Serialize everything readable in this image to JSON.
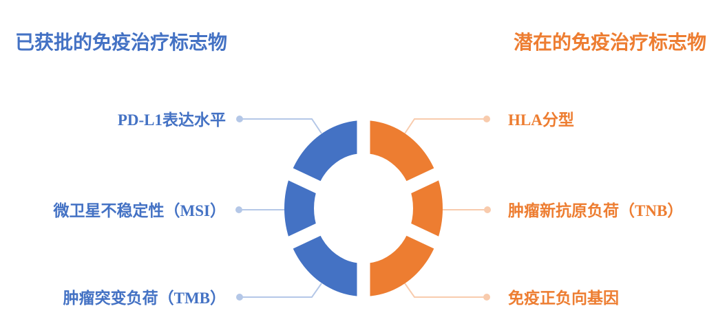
{
  "titles": {
    "approved": "已获批的免疫治疗标志物",
    "potential": "潜在的免疫治疗标志物"
  },
  "approved_markers": [
    "PD-L1表达水平",
    "微卫星不稳定性（MSI）",
    "肿瘤突变负荷（TMB）"
  ],
  "potential_markers": [
    "HLA分型",
    "肿瘤新抗原负荷（TNB）",
    "免疫正负向基因"
  ],
  "colors": {
    "approved": "#4472C4",
    "potential": "#ED7D31",
    "approved_line": "#B4C7E7",
    "potential_line": "#F8CBAD"
  }
}
